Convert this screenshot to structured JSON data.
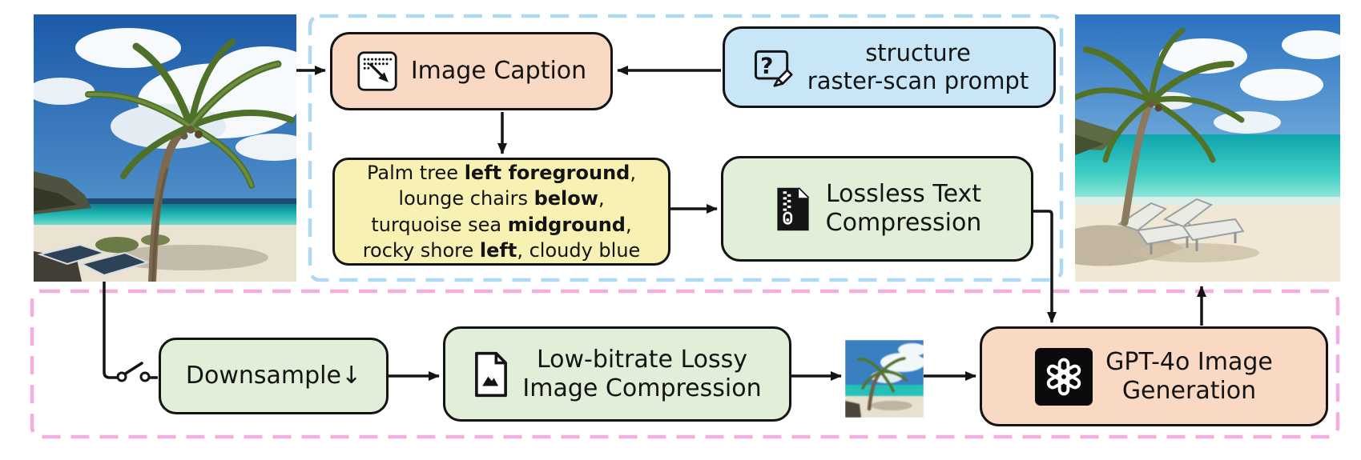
{
  "figure": {
    "type": "pipeline-diagram",
    "groups": {
      "semantic_branch_border": "#aed9f2",
      "pixel_branch_border": "#f2aede"
    }
  },
  "colors": {
    "salmon_fill": "#f9d8c4",
    "blue_fill": "#c8e6f6",
    "yellow_fill": "#f7f1b3",
    "green_fill": "#e1efd9",
    "outline": "#141414",
    "openai_badge": "#0b0b0b"
  },
  "nodes": {
    "image_caption": {
      "label": "Image Caption",
      "icon": "raster-scan-arrow-icon"
    },
    "structure_prompt": {
      "line1": "structure",
      "line2": "raster-scan prompt",
      "icon": "note-question-pencil-icon"
    },
    "caption_text": {
      "lines": [
        [
          [
            "Palm tree ",
            false
          ],
          [
            "left foreground",
            true
          ],
          [
            ",",
            false
          ]
        ],
        [
          [
            "lounge chairs ",
            false
          ],
          [
            "below",
            true
          ],
          [
            ",",
            false
          ]
        ],
        [
          [
            "turquoise sea ",
            false
          ],
          [
            "midground",
            true
          ],
          [
            ",",
            false
          ]
        ],
        [
          [
            "rocky shore ",
            false
          ],
          [
            "left",
            true
          ],
          [
            ", cloudy blue",
            false
          ]
        ]
      ]
    },
    "lossless_text_compression": {
      "line1": "Lossless Text",
      "line2": "Compression",
      "icon": "zip-file-icon"
    },
    "downsample": {
      "label": "Downsample↓"
    },
    "lossy_image_compression": {
      "line1": "Low-bitrate Lossy",
      "line2": "Image Compression",
      "icon": "image-file-icon"
    },
    "gpt4o_generation": {
      "line1": "GPT-4o Image",
      "line2": "Generation",
      "icon": "openai-logo"
    }
  },
  "images": {
    "original_alt": "original beach photo: palm tree, lounge chairs, turquoise sea, rocky shore, cloudy blue sky",
    "thumbnail_alt": "downsampled low-resolution beach photo",
    "reconstructed_alt": "GPT-4o generated beach photo"
  }
}
